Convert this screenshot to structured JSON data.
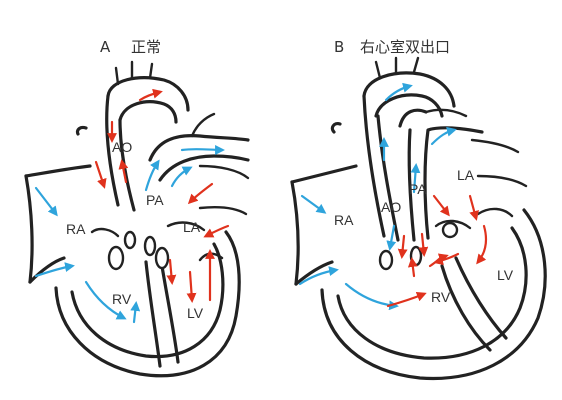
{
  "panels": {
    "a": {
      "letter": "A",
      "title": "正常",
      "labels": {
        "ao": "AO",
        "pa": "PA",
        "ra": "RA",
        "la": "LA",
        "rv": "RV",
        "lv": "LV"
      }
    },
    "b": {
      "letter": "B",
      "title": "右心室双出口",
      "labels": {
        "ao": "AO",
        "pa": "PA",
        "ra": "RA",
        "la": "LA",
        "rv": "RV",
        "lv": "LV"
      }
    }
  },
  "colors": {
    "deoxygenated_flow": "#2fa4dc",
    "oxygenated_flow": "#e0321d",
    "outline": "#222222"
  }
}
